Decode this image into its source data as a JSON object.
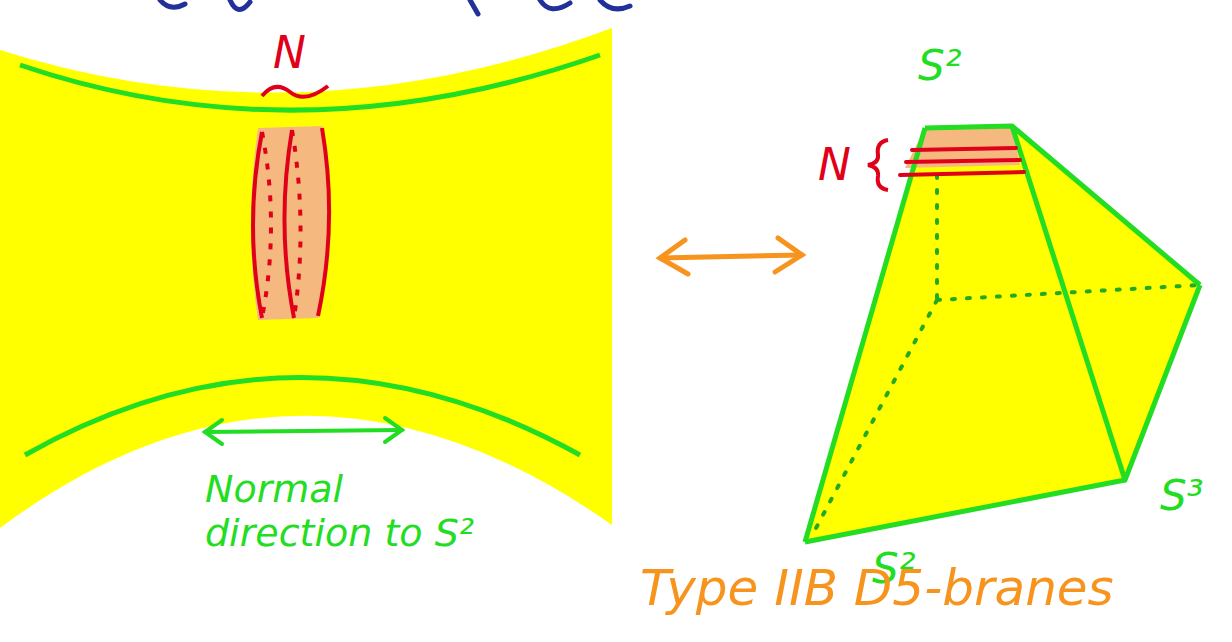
{
  "diagram": {
    "labels": [
      "N",
      "N",
      "S²",
      "S²",
      "S³",
      "Normal direction to S²",
      "Type IIB D5-branes"
    ]
  }
}
